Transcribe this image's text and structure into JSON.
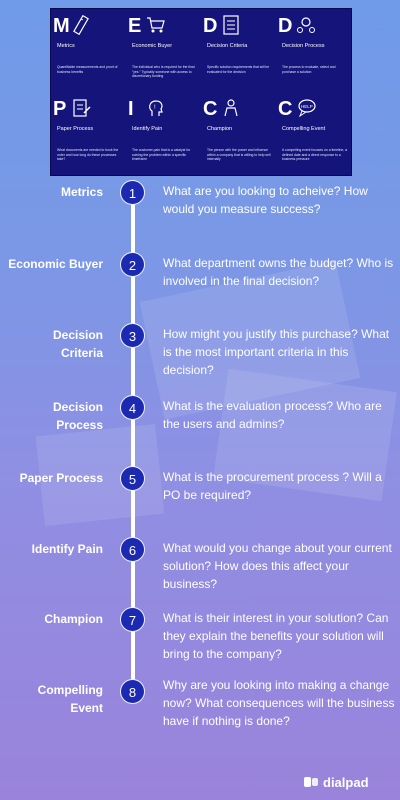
{
  "card": {
    "cells": [
      {
        "letter": "M",
        "title": "Metrics",
        "desc": "Quantifiable measurements and proof of business benefits",
        "icon": "ruler-icon"
      },
      {
        "letter": "E",
        "title": "Economic Buyer",
        "desc": "The individual who is required for the final \"yes.\" Typically someone with access to discretionary funding",
        "icon": "cart-icon"
      },
      {
        "letter": "D",
        "title": "Decision Criteria",
        "desc": "Specific solution requirements that will be evaluated for the decision",
        "icon": "checklist-icon"
      },
      {
        "letter": "D",
        "title": "Decision Process",
        "desc": "The process to evaluate, select and purchase a solution",
        "icon": "gears-icon"
      },
      {
        "letter": "P",
        "title": "Paper Process",
        "desc": "What documents are needed to book the order and how long do these processes take?",
        "icon": "paper-icon"
      },
      {
        "letter": "I",
        "title": "Identify Pain",
        "desc": "The customer pain that is a catalyst for solving the problem within a specific timeframe",
        "icon": "head-icon"
      },
      {
        "letter": "C",
        "title": "Champion",
        "desc": "The person with the power and influence within a company that is willing to help sell internally",
        "icon": "person-icon"
      },
      {
        "letter": "C",
        "title": "Compelling Event",
        "desc": "A compelling event focuses on a timeline, a defined date and a direct response to a business pressure",
        "icon": "help-bubble-icon",
        "bubble": "HELP"
      }
    ]
  },
  "steps": [
    {
      "num": "1",
      "label": "Metrics",
      "question": "What are you looking to acheive? How would you measure success?"
    },
    {
      "num": "2",
      "label": "Economic Buyer",
      "question": "What department owns the budget? Who is involved in the final decision?"
    },
    {
      "num": "3",
      "label": "Decision Criteria",
      "question": "How might you justify this purchase? What is the most important criteria in this decision?"
    },
    {
      "num": "4",
      "label": "Decision Process",
      "question": "What is the evaluation process? Who are the users and admins?"
    },
    {
      "num": "5",
      "label": "Paper Process",
      "question": "What is the procurement process ? Will a PO be required?"
    },
    {
      "num": "6",
      "label": "Identify Pain",
      "question": "What would you change about your current solution? How does this affect your business?"
    },
    {
      "num": "7",
      "label": "Champion",
      "question": "What is their interest in your solution? Can they explain the benefits your solution will bring to the company?"
    },
    {
      "num": "8",
      "label": "Compelling Event",
      "question": "Why are you looking into making a change now? What consequences will the business have if nothing is done?"
    }
  ],
  "brand": {
    "name": "dialpad",
    "icon": "dialpad-logo-icon"
  },
  "colors": {
    "card_bg": "#14147a",
    "circle": "#1b2ab0",
    "bg_top": "#6f9be8",
    "bg_bottom": "#9a83db"
  }
}
